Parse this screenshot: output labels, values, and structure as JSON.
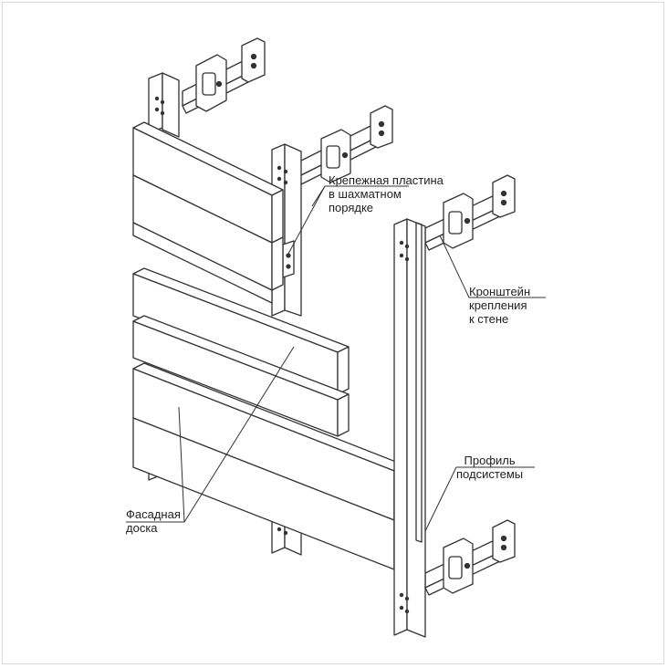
{
  "labels": {
    "plate": [
      "Крепежная пластина",
      "в шахматном",
      "порядке"
    ],
    "bracket": [
      "Кронштейн",
      "крепления",
      "к стене"
    ],
    "profile": [
      "Профиль",
      "подсистемы"
    ],
    "board": [
      "Фасадная",
      "доска"
    ]
  },
  "colors": {
    "line": "#333333",
    "fill": "#ffffff",
    "frame": "#d9d9d9"
  }
}
